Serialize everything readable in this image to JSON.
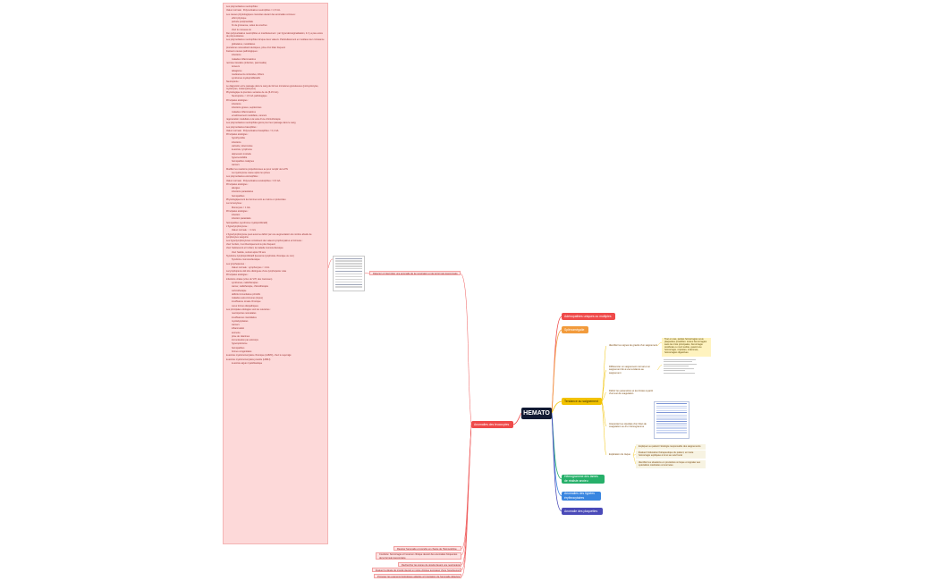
{
  "root": {
    "label": "HEMATO"
  },
  "colors": {
    "root": "#111a33",
    "red": "#ef4a4a",
    "orange": "#f29b3c",
    "yellow": "#f2c200",
    "green": "#27b06a",
    "blue": "#3a86e0",
    "indigo": "#4a4ab8",
    "left": "#ef5a5a",
    "notes_bg": "#fdd9d9"
  },
  "branches": {
    "adenopathies": "Adénopathies uniques ou multiples",
    "splenomegalie": "Splénomégalie",
    "saignement": "Tendance au saignement",
    "hemolyse": "Hémogramme des lames de réaliste anxieu",
    "erythrocytaires": "Anomalies des lignées érythrocytaires",
    "plaquettes": "Anomalie des plaquettes",
    "leucocytes": "Anomalies des leucocytes"
  },
  "saignement_children": {
    "item1": "Identifier les signes de gravité d'un saignement",
    "item2": "Différencier un saignement normal et un saignement lié à une tendance au saignement",
    "item3": "Définir les paramètres et les limites à partir d'un test de coagulation",
    "item4": "Interpréter les résultats d'un bilan de coagulation ou d'un hémogramme",
    "item5": "Explication du risque",
    "item1_note": "Tout en cas, petites hémorragies sous plaquettes possibles: toutes hémorragies sans les trois principales, hémorragie cérébrale ou mort subite, quand une hémorragie, répétées, indemnes, hémorragies digestives",
    "item5_a": "Expliquer au patient l'étiologie responsable des saignements",
    "item5_b": "Évaluer l'éducation thérapeutique du patient, en toute hémorragie expliquée à lui et au suivi local",
    "item5_c": "Identifier les situations en procédure à risque et signaler aux spécialités médicales concernées"
  },
  "left_top": "Détecter et interpréter une anomalie de la numération et de la formule leucocytaire",
  "left_bottom": [
    "Repérer l'anomalie et prendre en charge de l'hémoglobine",
    "Conduite: hémorragie et l'examen clinique devant des anomalies fréquentes de la formule leucocytaire",
    "Rechercher les signes de gravité devant une neutropénie",
    "Évaluer la dégée de gravité devant un signe clinique évocateur d'une hyperleucocytose",
    "Proposer les examens biologiques adaptés à l'orientation de l'anomalie détectée"
  ],
  "notes": [
    "Les polynucléaires neutrophiles :",
    "Valeur normale : Polynucléaires neutrophiles = 1,5 G/L",
    "Les causes physiologiques courantes devant des anomalies connues :",
    "effort physique",
    "période postprandiale",
    "fin de grossesse, suites de couches",
    "chez le nouveau-né",
    "Des polynucléaires neutrophiles et manifestement : par hyperdémarginalisation, il n'y a pas excès de polynucléaires",
    "Les polynucléaires neutrophiles lorsque deux valeurs. Particulièrement en médiane leur croissance",
    "globulaires, médullaires",
    "procédures nécessitant identiques, prise d'un bilan fréquent",
    "Facteurs causes pathologiques :",
    "infections",
    "maladies inflammatoires",
    "nécrose tissulaire (infarctus, pancréatite)",
    "tumeurs",
    "tabagisme",
    "médicaments corticoïdes, lithium",
    "syndromes myéloprolifératifs",
    "Neutropénie :",
    "Le diagnostic est le passage dans le sang de formes immatures granuleuses (promyélocytes, myélocytes, métamyélocytes)",
    "Physiologique la première semaine de vie (5-15 G/L)",
    "Neutropénie < 1,5 G/L pathologique",
    "Principales étiologies :",
    "infections",
    "infections graves, septicémies",
    "maladies inflammatoires",
    "envahissement médullaire, cancers",
    "régénération médullaire à la suite d'une chimiothérapie",
    "Les polynucléaires neutrophiles gérés pour leur passage dans le sang",
    "Les polynucléaires basophiles :",
    "Valeur normale : Polynucléaires basophiles < 0,1 G/L",
    "Principales étiologies :",
    "hypothyroïdie",
    "infections",
    "varicelle, tuberculose",
    "leucémie, lymphome",
    "dépression mortelle",
    "hypersensibilité",
    "hémopathies malignes",
    "cancers",
    "Modifier les réactions proportionnées au pour remplir de la PN",
    "La myélocytose cause après les prises",
    "Les polynucléaires éosinophiles :",
    "Valeur normale : Polynucléaires éosinophiles < 0,5 G/L",
    "Principales étiologies :",
    "allergies",
    "infections parasitaires",
    "hémopathies",
    "Physiologiquement les femmes sont au moins en protocoles",
    "La monocytose :",
    "Monocytes < 1 G/L",
    "Principales étiologies :",
    "infection",
    "infection parasitaire",
    "hémopathies (syndrome myéloprolifératif)",
    "L'hyperlymphocytose :",
    "Valeur normale : < 4 G/L",
    "L'hyperlymphocytose peut aussi se définir par une augmentation du nombre absolu de lymphocytes sanguins",
    "Les hyperlymphocytoses constituent des valeurs lymphocytaires et formules :",
    "chez l'enfant, c'est théoriquement le plus fréquent",
    "chez l'adolescent et l'enfant, la maladie mononucléosique",
    "chez l'adulte, surtout après 50 ans",
    "Syndrome lymphoprolifératif (leucémie lymphoïde chronique ou non)",
    "Syndrome mononucléosique",
    "Les lymphopénies :",
    "Valeur normale : Lymphocytes < 1 G/L",
    "La lymphopénie doit être distinguée d'une lymphopénie vraie",
    "Principales étiologies :",
    "infections virales (virus du VIH, des zoonoses)",
    "syndromes, radiothérapies",
    "cancer, radiothérapie, chimiothérapie",
    "corticothérapie",
    "déficits immunitaires primitifs",
    "maladies auto-immunes (lupus)",
    "insuffisance rénale chronique",
    "cures formes idiopathiques",
    "Les principales étiologies sont les suivantes :",
    "neutropénies néonatales",
    "insuffisances médullaires",
    "myélodysplasies",
    "cancers",
    "inflammation",
    "anorexie",
    "prise de vitamines",
    "immunisation par anticorps",
    "hypersplénisme",
    "hémopathies",
    "formes congénitales",
    "leucémie myélomonocytaire chronique (LMMC), chez le sujet âgé",
    "leucémie myélomonocytaire juvénile (LMMJ)",
    "leucémie aiguë myéloblastique"
  ]
}
